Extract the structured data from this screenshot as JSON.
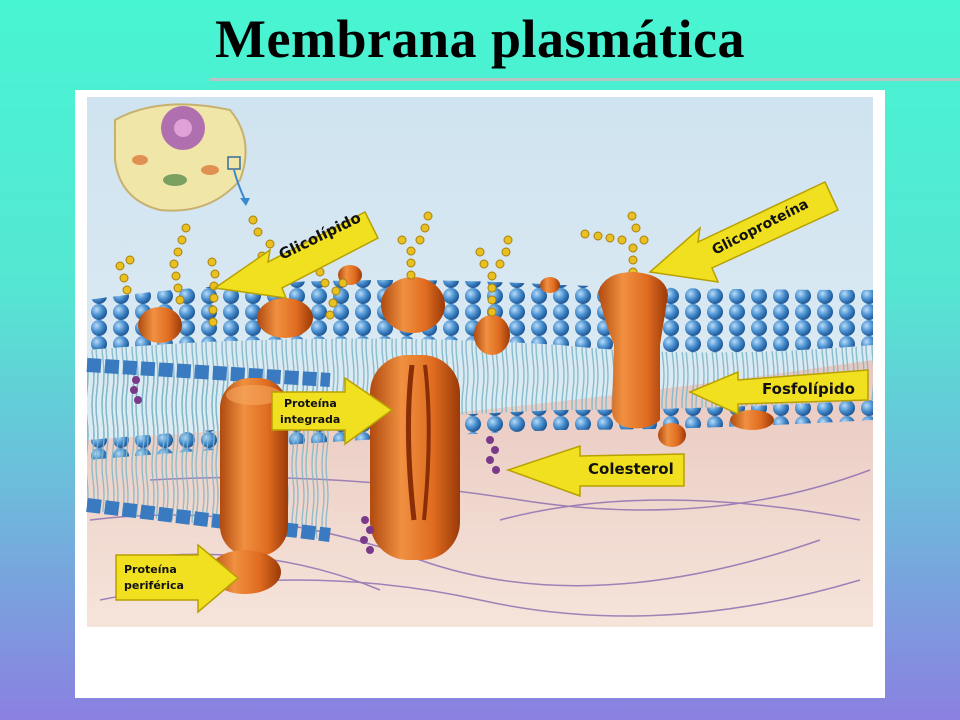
{
  "title": "Membrana plasmática",
  "labels": {
    "glicolipido": "Glicolípido",
    "glicoproteina": "Glicoproteína",
    "proteina_integrada_1": "Proteína",
    "proteina_integrada_2": "integrada",
    "fosfolipido": "Fosfolípido",
    "colesterol": "Colesterol",
    "proteina_periferica_1": "Proteína",
    "proteina_periferica_2": "periférica"
  },
  "colors": {
    "arrow_fill": "#f0e020",
    "protein": "#e07020",
    "lipid_head": "#4a90d0",
    "sugar": "#e8c020",
    "cholesterol": "#7a3a8a"
  }
}
